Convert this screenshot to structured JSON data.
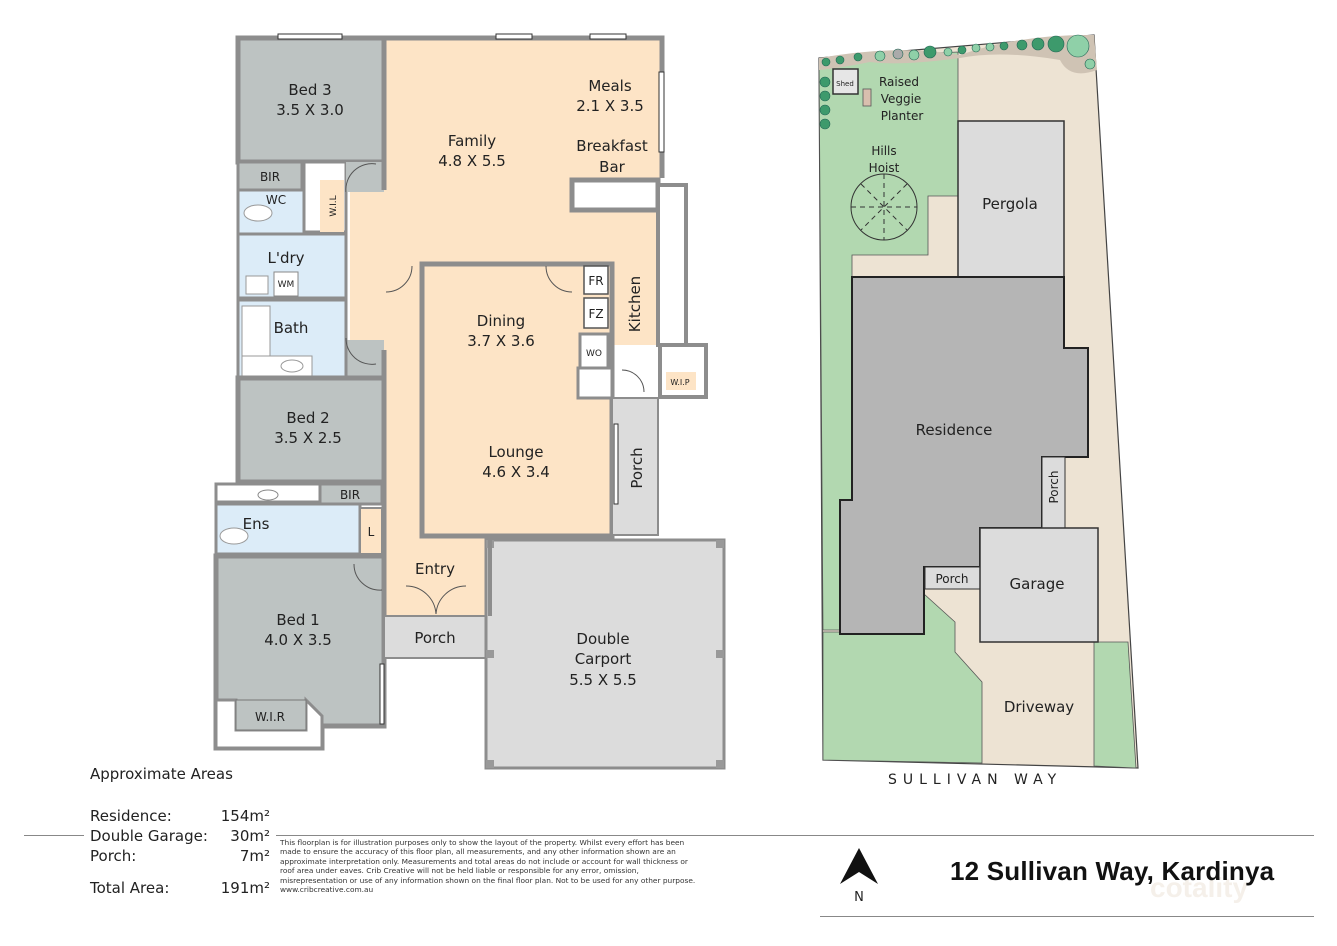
{
  "colors": {
    "living": "#fde4c6",
    "bedroom": "#bdc3c2",
    "wet": "#dcecf8",
    "outdoor_grey": "#dcdcdc",
    "wall": "#8d8d8d",
    "lawn": "#b2d8b0",
    "paving": "#ede3d3",
    "residence": "#b5b5b5",
    "structure": "#dcdcdc"
  },
  "floorplan": {
    "rooms": [
      {
        "name": "Bed 3",
        "dims": "3.5 X 3.0"
      },
      {
        "name": "Family",
        "dims": "4.8 X 5.5"
      },
      {
        "name": "Meals",
        "dims": "2.1 X 3.5"
      },
      {
        "name": "Breakfast",
        "dims": "Bar"
      },
      {
        "name": "Dining",
        "dims": "3.7 X 3.6"
      },
      {
        "name": "Lounge",
        "dims": "4.6 X 3.4"
      },
      {
        "name": "Bed 2",
        "dims": "3.5 X 2.5"
      },
      {
        "name": "Bed 1",
        "dims": "4.0 X 3.5"
      },
      {
        "name": "Double",
        "dims": "Carport"
      },
      {
        "name": "Carport dims",
        "dims": "5.5 X 5.5"
      }
    ],
    "labels": {
      "bir_top": "BIR",
      "wc": "WC",
      "wil": "W.I.L",
      "ldry": "L'dry",
      "wm": "WM",
      "bath": "Bath",
      "fr": "FR",
      "fz": "FZ",
      "wo": "WO",
      "kitchen": "Kitchen",
      "wip": "W.I.P",
      "porch_side": "Porch",
      "bir_bottom": "BIR",
      "ens": "Ens",
      "linen": "L",
      "entry": "Entry",
      "porch_front": "Porch",
      "wir": "W.I.R"
    }
  },
  "siteplan": {
    "shed": "Shed",
    "planter": [
      "Raised",
      "Veggie",
      "Planter"
    ],
    "hoist": [
      "Hills",
      "Hoist"
    ],
    "pergola": "Pergola",
    "residence": "Residence",
    "porch_side": "Porch",
    "porch_front": "Porch",
    "garage": "Garage",
    "driveway": "Driveway",
    "street": "SULLIVAN WAY"
  },
  "areas": {
    "title": "Approximate Areas",
    "rows": [
      {
        "label": "Residence:",
        "value": "154m²"
      },
      {
        "label": "Double Garage:",
        "value": "30m²"
      },
      {
        "label": "Porch:",
        "value": "7m²"
      }
    ],
    "total_label": "Total Area:",
    "total_value": "191m²"
  },
  "disclaimer": "This floorplan is for illustration purposes only to show the layout of the property. Whilst every effort has been made to ensure the accuracy of this floor plan, all measurements, and any other information shown are an approximate interpretation only. Measurements and total areas do not include or account for wall thickness or roof area under eaves. Crib Creative will not be held liable or responsible for any error, omission, misrepresentation or use of any information shown on the final floor plan. Not to be used for any other purpose.",
  "website": "www.cribcreative.com.au",
  "north_label": "N",
  "address": "12 Sullivan Way, Kardinya",
  "watermark": "cotality"
}
